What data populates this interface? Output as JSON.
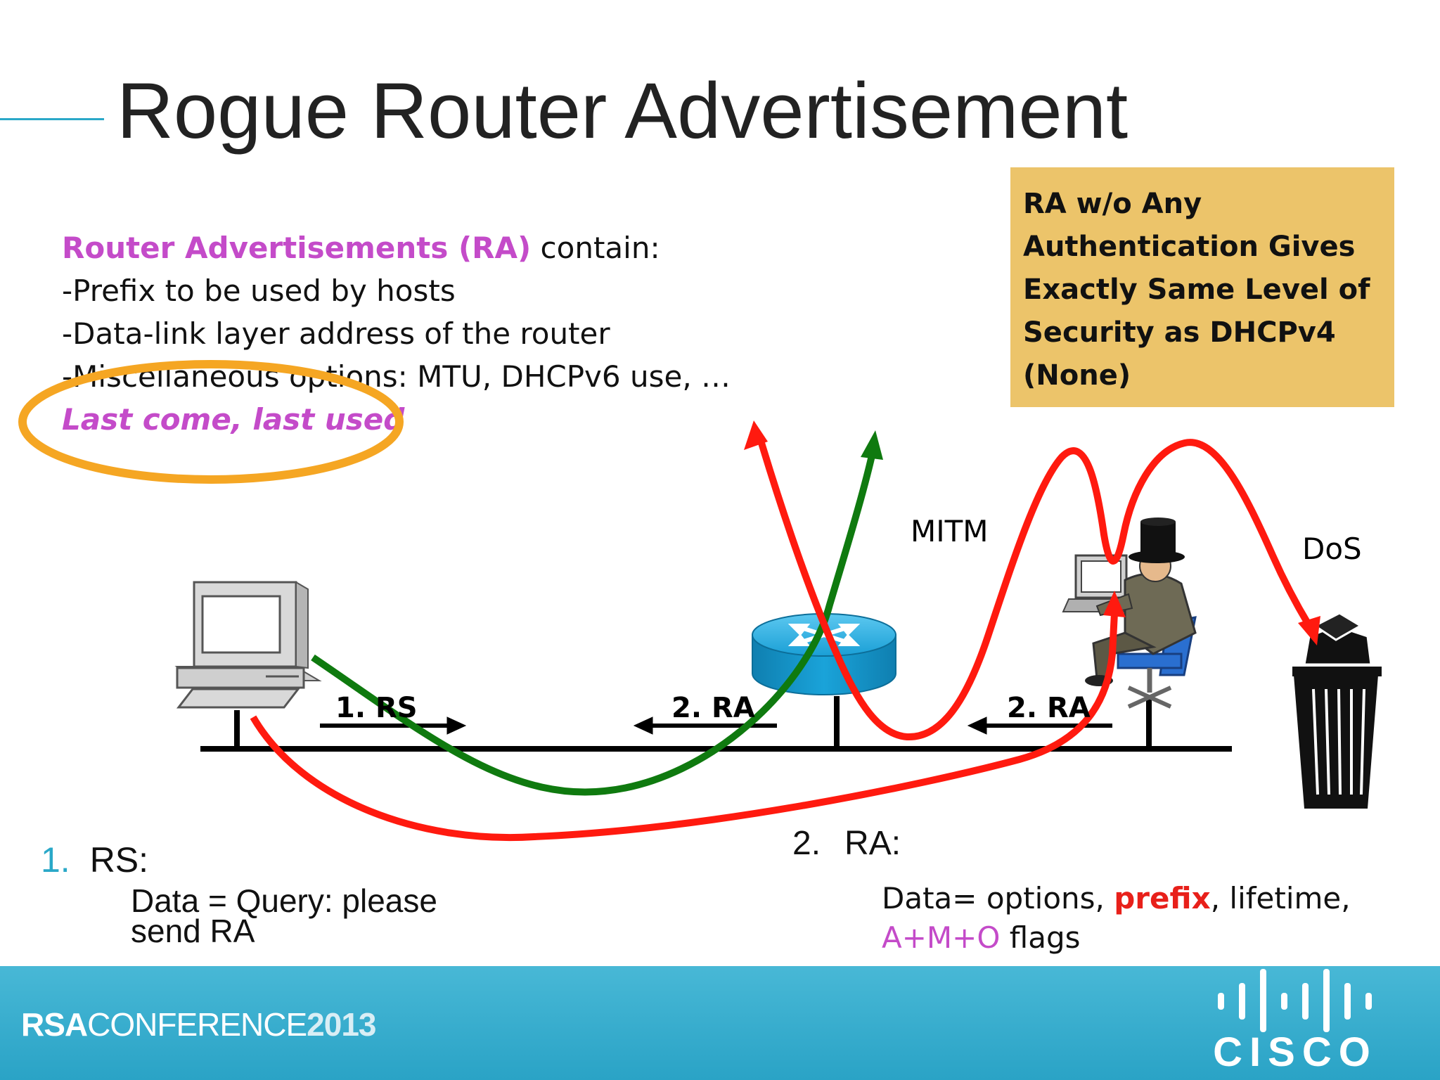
{
  "title": "Rogue Router Advertisement",
  "intro": {
    "highlight": "Router Advertisements (RA)",
    "heading_rest": " contain:",
    "bullets": [
      "-Prefix to be used by hosts",
      "-Data-link layer address of the router",
      "-Miscellaneous options: MTU, DHCPv6 use, …"
    ],
    "emphasis": "Last come, last used"
  },
  "callout": {
    "lines": [
      "RA w/o Any",
      "Authentication  Gives",
      "Exactly Same Level of",
      "Security as DHCPv4",
      "(None)"
    ]
  },
  "diagram": {
    "label_rs": "1. RS",
    "label_ra_router": "2. RA",
    "label_ra_attacker": "2. RA",
    "label_mitm": "MITM",
    "label_dos": "DoS",
    "colors": {
      "red_path": "#ff1a0f",
      "green_path": "#0f7a0f",
      "highlight_oval": "#f5a623",
      "router": "#1aa3d9"
    },
    "icons": [
      "pc-icon",
      "router-icon",
      "attacker-icon",
      "trash-can-icon"
    ]
  },
  "rs": {
    "number": "1.",
    "label": "RS:",
    "detail": "Data = Query: please send RA"
  },
  "ra": {
    "number": "2.",
    "label": "RA:",
    "detail_prefix": "Data= options, ",
    "detail_prefix_word": "prefix",
    "detail_after": ", lifetime,",
    "detail_flags": "A+M+O",
    "detail_flags_rest": " flags"
  },
  "footer": {
    "rsa_brand": "RSA",
    "rsa_conference": "CONFERENCE",
    "rsa_year": "2013",
    "cisco": "CISCO"
  }
}
